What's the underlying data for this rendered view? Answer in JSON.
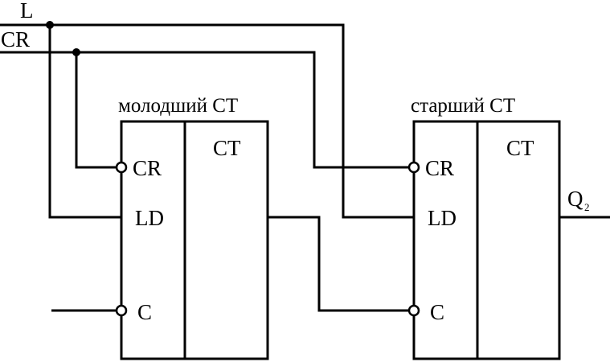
{
  "inputs": {
    "l": "L",
    "cr": "CR"
  },
  "counter_low": {
    "title": "молодший СТ",
    "header": "СТ",
    "pin_cr": "CR",
    "pin_ld": "LD",
    "pin_c": "C"
  },
  "counter_high": {
    "title": "старший СТ",
    "header": "СТ",
    "pin_cr": "CR",
    "pin_ld": "LD",
    "pin_c": "C"
  },
  "output": {
    "letter": "Q",
    "subscript": "2"
  }
}
